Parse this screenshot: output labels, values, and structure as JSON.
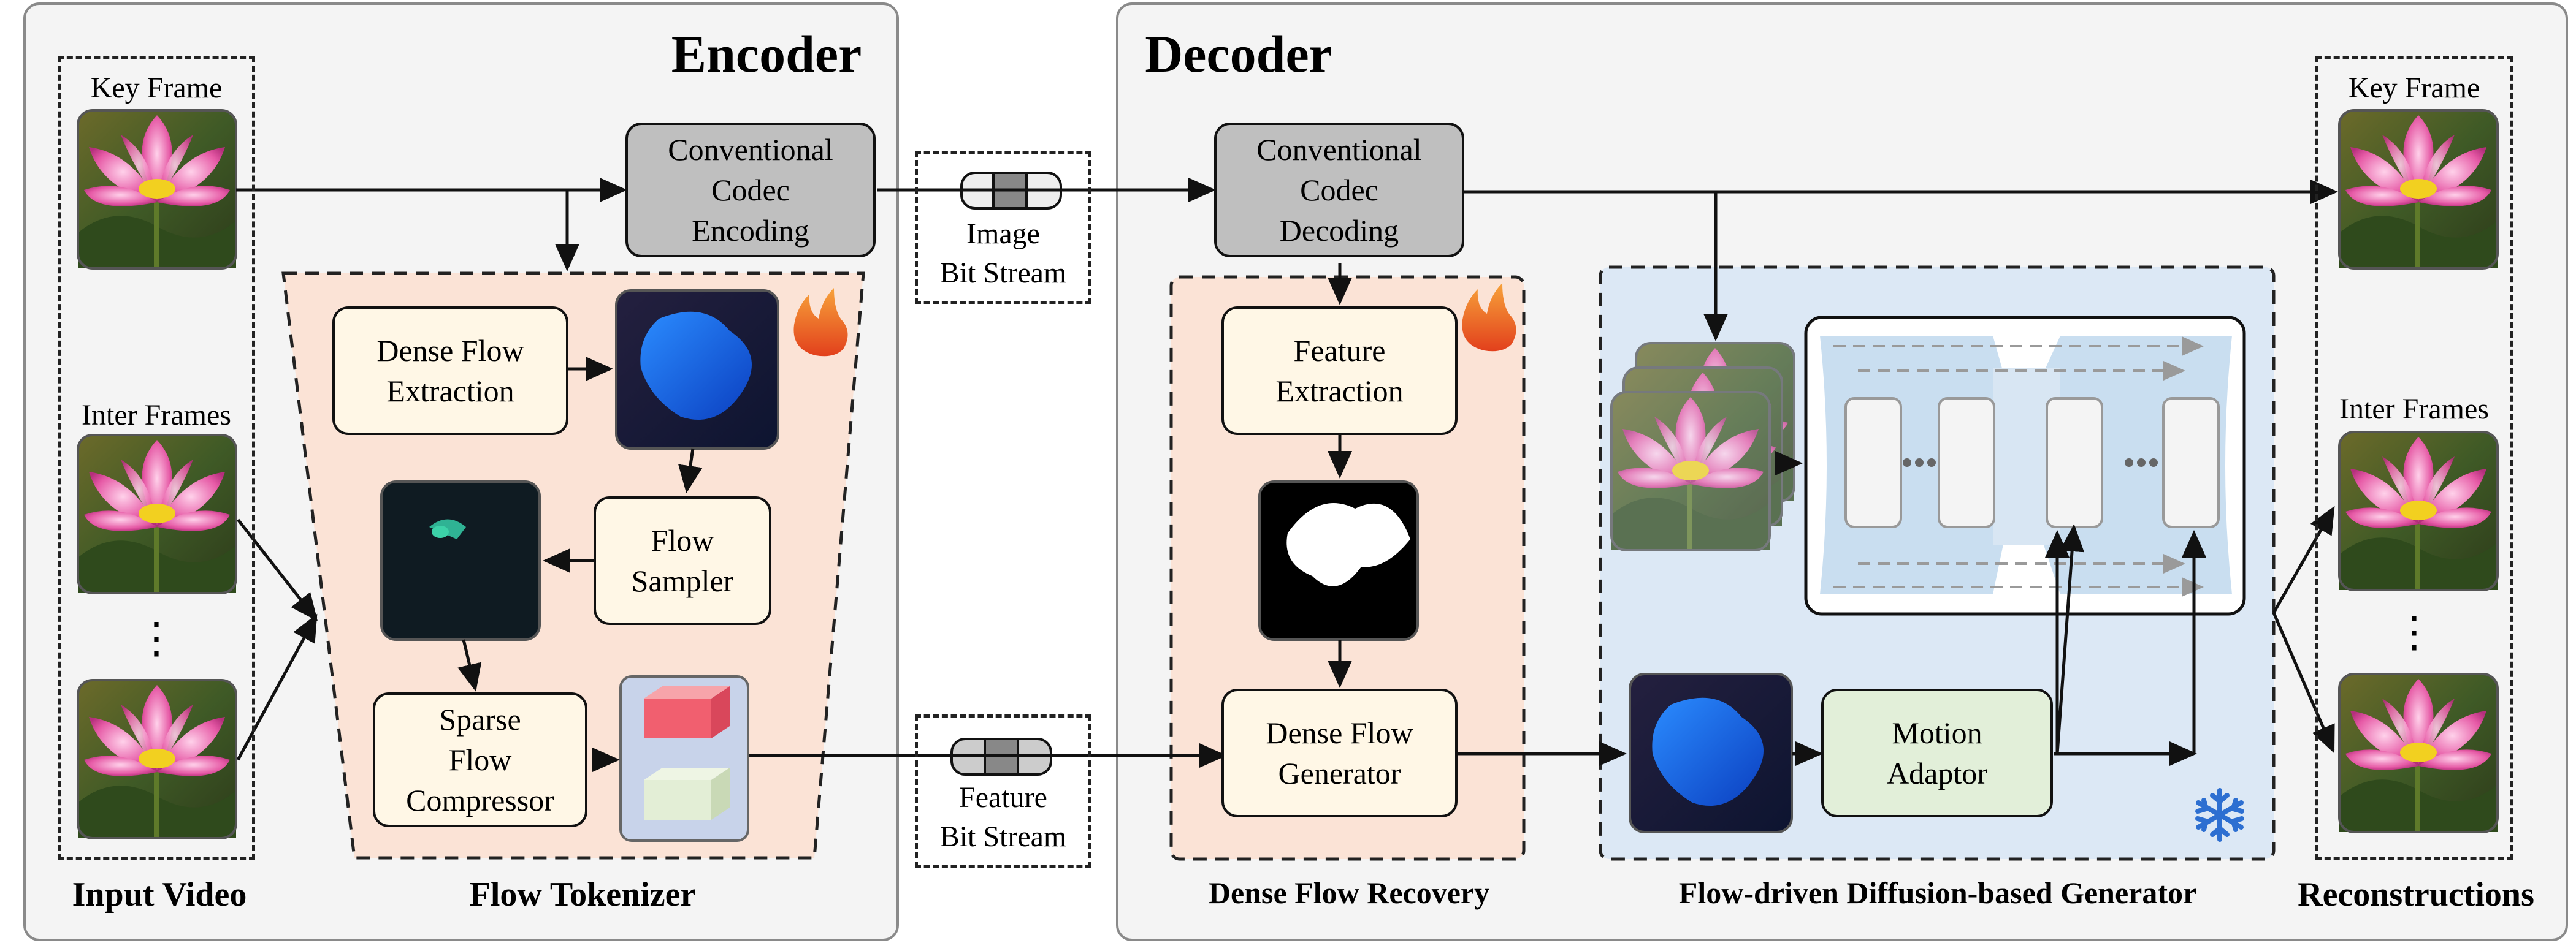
{
  "encoder": {
    "title": "Encoder",
    "codec_encoding": "Conventional\nCodec\nEncoding",
    "tokenizer_title": "Flow Tokenizer",
    "dense_flow_extraction": "Dense Flow\nExtraction",
    "flow_sampler": "Flow\nSampler",
    "sparse_flow_compressor": "Sparse\nFlow\nCompressor"
  },
  "input": {
    "title": "Input Video",
    "key_frame": "Key Frame",
    "inter_frames": "Inter Frames",
    "ellipsis": "⋮"
  },
  "streams": {
    "image": "Image\nBit Stream",
    "feature": "Feature\nBit Stream"
  },
  "decoder": {
    "title": "Decoder",
    "codec_decoding": "Conventional\nCodec\nDecoding",
    "recovery_title": "Dense Flow Recovery",
    "feature_extraction": "Feature\nExtraction",
    "dense_flow_generator": "Dense Flow\nGenerator",
    "generator_title": "Flow-driven Diffusion-based Generator",
    "motion_adaptor": "Motion\nAdaptor"
  },
  "output": {
    "title": "Reconstructions",
    "key_frame": "Key Frame",
    "inter_frames": "Inter Frames",
    "ellipsis": "⋮"
  },
  "icons": {
    "trainable": "flame-icon",
    "frozen": "snowflake-icon"
  },
  "colors": {
    "tokenizer_fill": "#fbe3d6",
    "generator_fill": "#dce8f5",
    "codec_fill": "#bfbfbf",
    "module_fill": "#fff7e6",
    "adaptor_fill": "#e2efd9"
  }
}
